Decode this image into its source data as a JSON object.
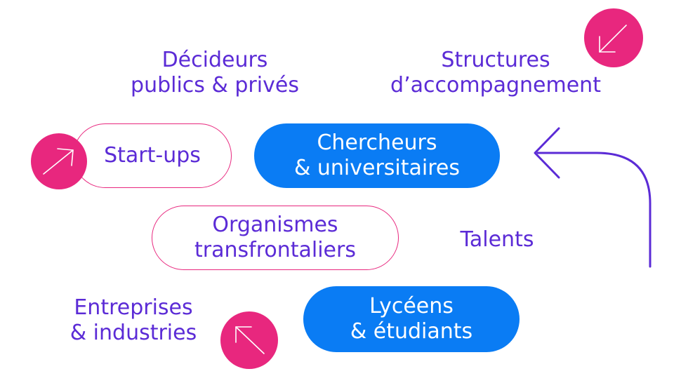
{
  "colors": {
    "text": "#5b2bd6",
    "blue": "#0a7cf4",
    "pink": "#e8277e",
    "white": "#ffffff"
  },
  "labels": {
    "decideurs": [
      "Décideurs",
      "publics & privés"
    ],
    "structures": [
      "Structures",
      "d’accompagnement"
    ],
    "talents": "Talents",
    "entreprises": [
      "Entreprises",
      "& industries"
    ]
  },
  "pills": {
    "startups": "Start-ups",
    "chercheurs": [
      "Chercheurs",
      "& universitaires"
    ],
    "organismes": [
      "Organismes",
      "transfrontaliers"
    ],
    "lyceens": [
      "Lycéens",
      "& étudiants"
    ]
  },
  "icons": {
    "circle_top_right": "arrow-down-left-icon",
    "circle_startups": "arrow-up-right-icon",
    "circle_bottom": "arrow-up-left-icon",
    "big_arrow": "curved-arrow-left-icon"
  }
}
